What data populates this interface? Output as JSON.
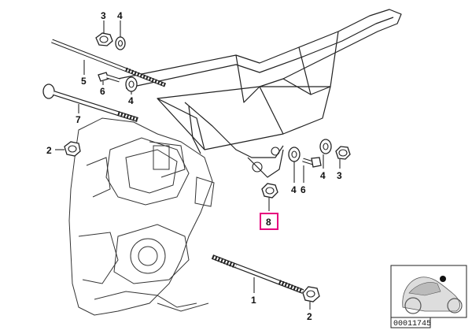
{
  "callouts": {
    "c1": "1",
    "c2a": "2",
    "c2b": "2",
    "c3a": "3",
    "c3b": "3",
    "c4a": "4",
    "c4b": "4",
    "c4c": "4",
    "c4d": "4",
    "c5": "5",
    "c6a": "6",
    "c6b": "6",
    "c7": "7",
    "c8": "8"
  },
  "highlight": {
    "part": "8",
    "border_color": "#e6007e"
  },
  "thumbnail": {
    "reference_number": "00011745"
  }
}
